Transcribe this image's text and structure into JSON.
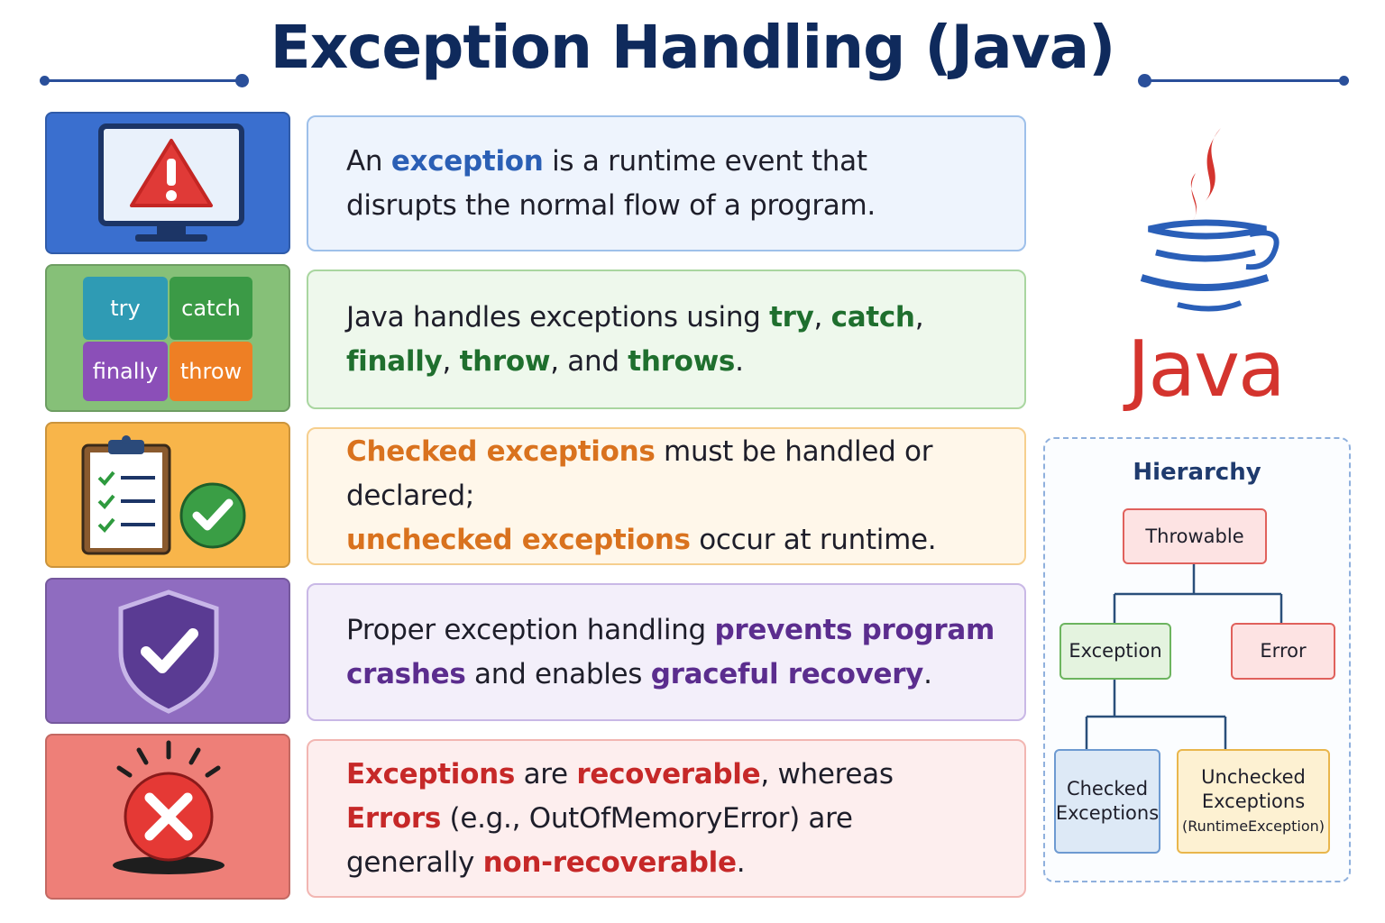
{
  "title": "Exception Handling (Java)",
  "rows": [
    {
      "segments": [
        {
          "text": "An ",
          "hl": false
        },
        {
          "text": "exception",
          "hl": true
        },
        {
          "text": " is a runtime event that",
          "hl": false
        },
        {
          "text": "\n",
          "br": true
        },
        {
          "text": "disrupts the normal flow of a program.",
          "hl": false
        }
      ]
    },
    {
      "segments": [
        {
          "text": "Java handles exceptions using ",
          "hl": false
        },
        {
          "text": "try",
          "hl": true
        },
        {
          "text": ", ",
          "hl": false
        },
        {
          "text": "catch",
          "hl": true
        },
        {
          "text": ",",
          "hl": false
        },
        {
          "text": "\n",
          "br": true
        },
        {
          "text": "finally",
          "hl": true
        },
        {
          "text": ", ",
          "hl": false
        },
        {
          "text": "throw",
          "hl": true
        },
        {
          "text": ", and ",
          "hl": false
        },
        {
          "text": "throws",
          "hl": true
        },
        {
          "text": ".",
          "hl": false
        }
      ]
    },
    {
      "segments": [
        {
          "text": "Checked exceptions",
          "hl": true
        },
        {
          "text": " must be handled or declared;",
          "hl": false
        },
        {
          "text": "\n",
          "br": true
        },
        {
          "text": "unchecked exceptions",
          "hl": true
        },
        {
          "text": " occur at runtime.",
          "hl": false
        }
      ]
    },
    {
      "segments": [
        {
          "text": "Proper exception handling ",
          "hl": false
        },
        {
          "text": "prevents program",
          "hl": true
        },
        {
          "text": "\n",
          "br": true
        },
        {
          "text": "crashes",
          "hl": true
        },
        {
          "text": " and enables ",
          "hl": false
        },
        {
          "text": "graceful recovery",
          "hl": true
        },
        {
          "text": ".",
          "hl": false
        }
      ]
    },
    {
      "segments": [
        {
          "text": "Exceptions",
          "hl": true
        },
        {
          "text": " are ",
          "hl": false
        },
        {
          "text": "recoverable",
          "hl": true
        },
        {
          "text": ", whereas",
          "hl": false
        },
        {
          "text": "\n",
          "br": true
        },
        {
          "text": "Errors",
          "hl": true
        },
        {
          "text": " (e.g., OutOfMemoryError) are",
          "hl": false
        },
        {
          "text": "\n",
          "br": true
        },
        {
          "text": "generally ",
          "hl": false
        },
        {
          "text": "non-recoverable",
          "hl": true
        },
        {
          "text": ".",
          "hl": false
        }
      ]
    }
  ],
  "puzzle": {
    "try": "try",
    "catch": "catch",
    "finally": "finally",
    "throw": "throw"
  },
  "logo": {
    "word": "Java"
  },
  "hierarchy": {
    "title": "Hierarchy",
    "throwable": "Throwable",
    "exception": "Exception",
    "error": "Error",
    "checked_line1": "Checked",
    "checked_line2": "Exceptions",
    "unchecked_line1": "Unchecked",
    "unchecked_line2": "Exceptions",
    "unchecked_line3": "(RuntimeException)"
  },
  "colors": {
    "title": "#0f2a5c",
    "row1_icon": "#3a6fcf",
    "row1_box": "#eef4fd",
    "row1_border": "#9ec0ea",
    "row2_icon": "#86c078",
    "row2_box": "#eef8ec",
    "row2_border": "#a9d6a0",
    "row3_icon": "#f8b54a",
    "row3_box": "#fff7ea",
    "row3_border": "#f6cf8e",
    "row4_icon": "#8f6cc0",
    "row4_box": "#f3effa",
    "row4_border": "#c9b8e6",
    "row5_icon": "#ee7f78",
    "row5_box": "#fdeeee",
    "row5_border": "#f2b6b2",
    "java_red": "#d4342e",
    "java_blue": "#2a5fb8"
  }
}
